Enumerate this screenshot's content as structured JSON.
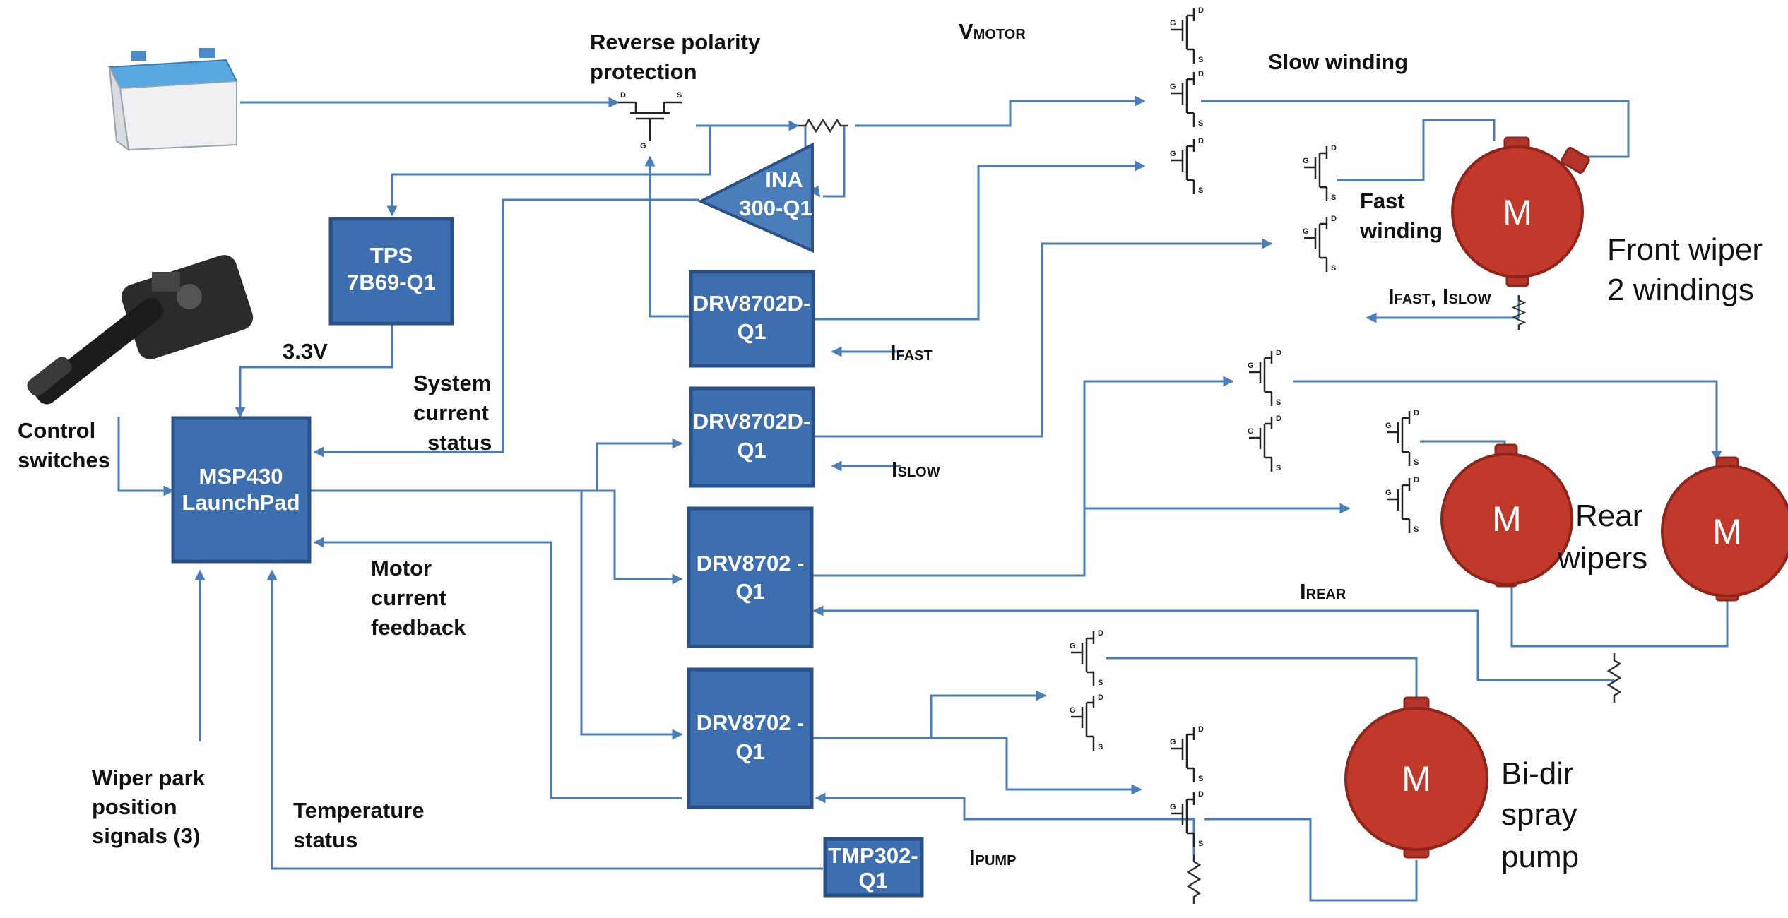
{
  "blocks": {
    "tps": [
      "TPS",
      "7B69-Q1"
    ],
    "msp": [
      "MSP430",
      "LaunchPad"
    ],
    "ina": [
      "INA",
      "300-Q1"
    ],
    "drv1": [
      "DRV8702D-",
      "Q1"
    ],
    "drv2": [
      "DRV8702D-",
      "Q1"
    ],
    "drv3": [
      "DRV8702 -",
      "Q1"
    ],
    "drv4": [
      "DRV8702 -",
      "Q1"
    ],
    "tmp": [
      "TMP302-",
      "Q1"
    ]
  },
  "labels": {
    "reverse_polarity": [
      "Reverse polarity",
      "protection"
    ],
    "vmotor": {
      "main": "V",
      "sub": "MOTOR"
    },
    "slow_winding": "Slow winding",
    "fast_winding": [
      "Fast",
      "winding"
    ],
    "front_wiper": [
      "Front wiper",
      "2 windings"
    ],
    "ifast_islow": {
      "a": "I",
      "a_sub": "FAST",
      "sep": ", ",
      "b": "I",
      "b_sub": "SLOW"
    },
    "ifast": {
      "main": "I",
      "sub": "FAST"
    },
    "islow": {
      "main": "I",
      "sub": "SLOW"
    },
    "irear": {
      "main": "I",
      "sub": "REAR"
    },
    "ipump": {
      "main": "I",
      "sub": "PUMP"
    },
    "v33": "3.3V",
    "system_current": [
      "System",
      "current",
      "status"
    ],
    "control_switches": [
      "Control",
      "switches"
    ],
    "motor_current": [
      "Motor",
      "current",
      "feedback"
    ],
    "wiper_park": [
      "Wiper park",
      "position",
      "signals (3)"
    ],
    "temperature": [
      "Temperature",
      "status"
    ],
    "rear_wipers": [
      "Rear",
      "wipers"
    ],
    "spray_pump": [
      "Bi-dir",
      "spray",
      "pump"
    ]
  },
  "motor_label": "M",
  "fet_pins": {
    "gate": "G",
    "drain": "D",
    "source": "S"
  },
  "icons": {
    "battery": "car-battery-icon",
    "switch": "steering-column-switch-icon"
  },
  "colors": {
    "block": "#3d6fb0",
    "wire": "#4a7ebb",
    "motor": "#c0392b"
  }
}
